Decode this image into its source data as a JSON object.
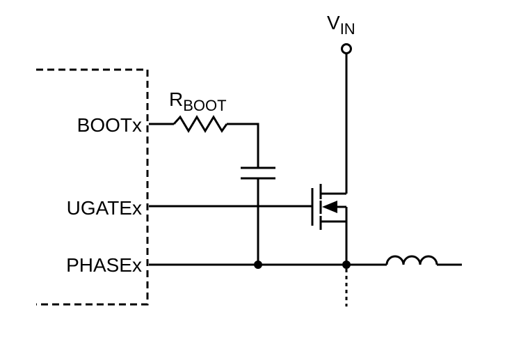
{
  "diagram": {
    "supply": {
      "main": "V",
      "sub": "IN"
    },
    "resistor": {
      "main": "R",
      "sub": "BOOT"
    },
    "pins": {
      "boot": "BOOTx",
      "ugate": "UGATEx",
      "phase": "PHASEx"
    }
  }
}
